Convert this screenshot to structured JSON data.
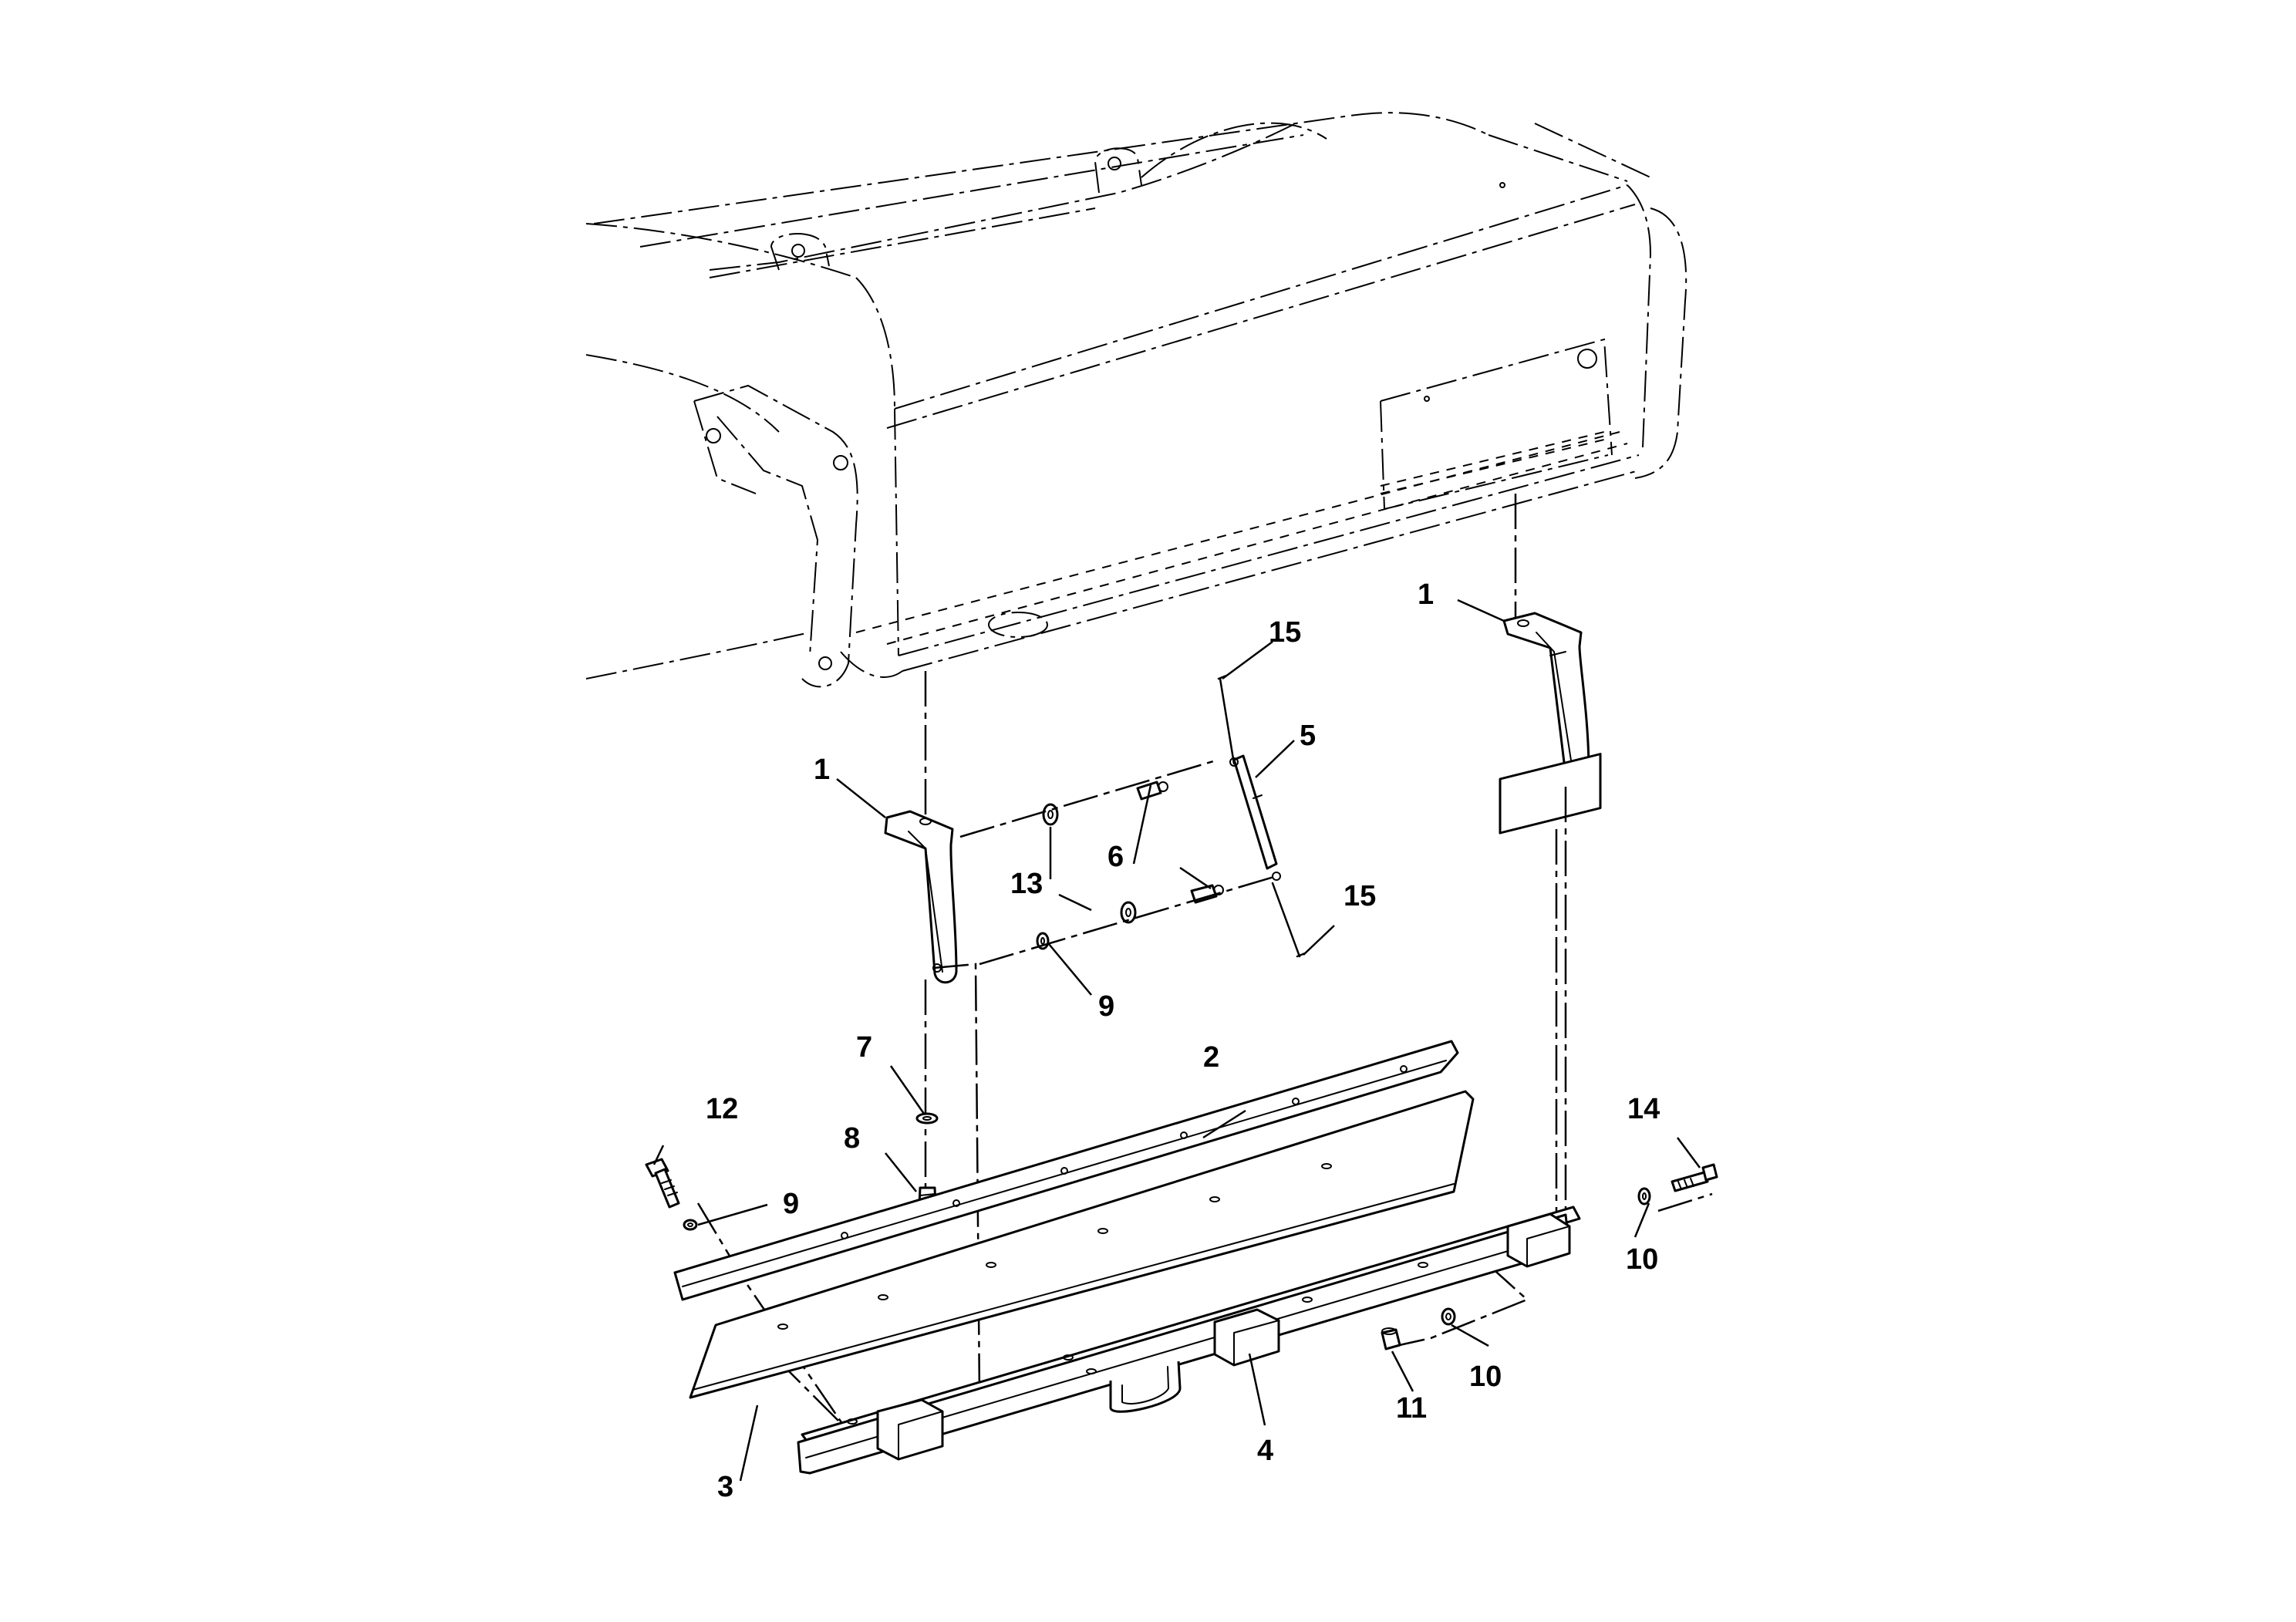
{
  "callouts": {
    "c1_top_right": "1",
    "c1_left": "1",
    "c2": "2",
    "c3": "3",
    "c4": "4",
    "c5": "5",
    "c6": "6",
    "c7": "7",
    "c8": "8",
    "c9_upper": "9",
    "c9_lower": "9",
    "c10_right": "10",
    "c10_bottom": "10",
    "c11": "11",
    "c12": "12",
    "c13": "13",
    "c14": "14",
    "c15_top": "15",
    "c15_bottom": "15"
  }
}
